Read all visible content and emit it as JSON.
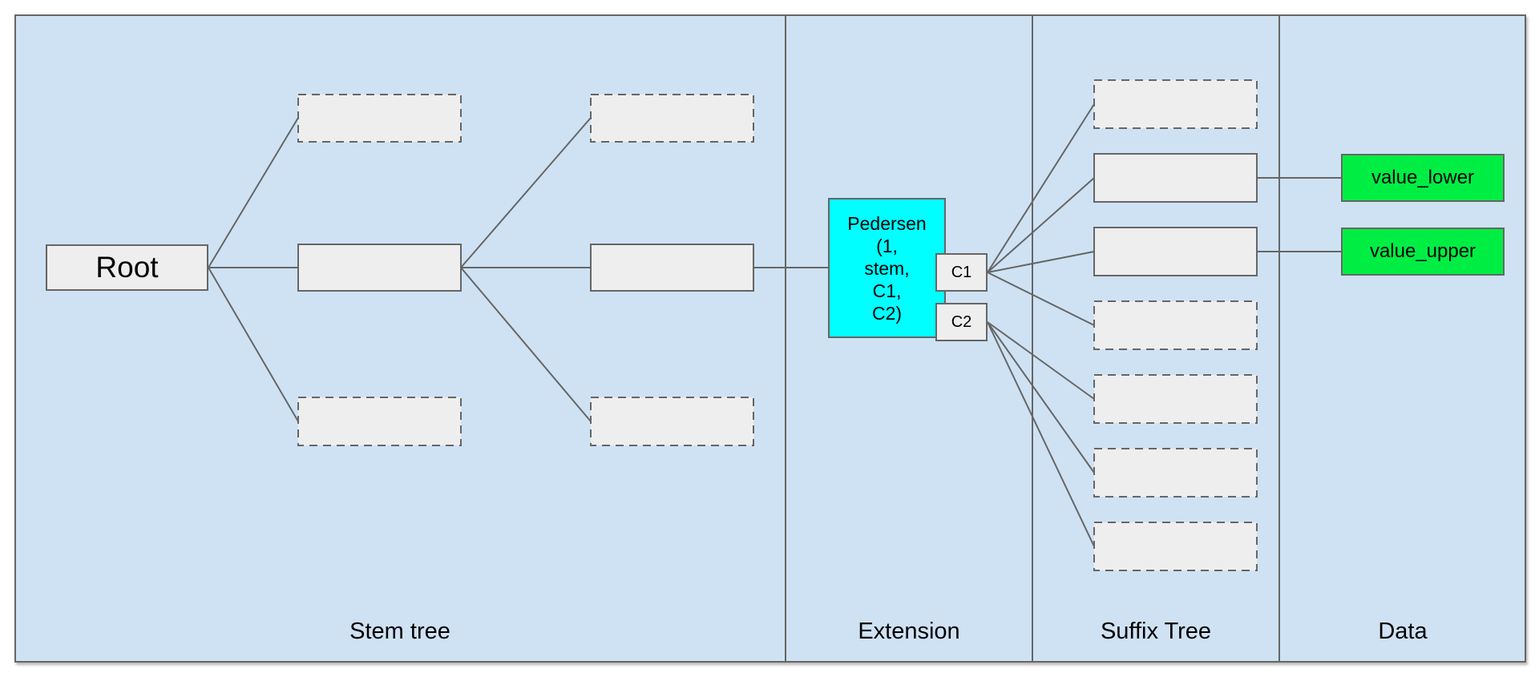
{
  "sections": [
    {
      "label": "Stem tree"
    },
    {
      "label": "Extension"
    },
    {
      "label": "Suffix Tree"
    },
    {
      "label": "Data"
    }
  ],
  "nodes": {
    "root": {
      "label": "Root"
    },
    "extension": {
      "label": "Pedersen (1, stem, C1, C2)",
      "lines": [
        "Pedersen",
        "(1,",
        "stem,",
        "C1,",
        "C2)"
      ]
    },
    "c1": {
      "label": "C1"
    },
    "c2": {
      "label": "C2"
    },
    "value_lower": {
      "label": "value_lower"
    },
    "value_upper": {
      "label": "value_upper"
    }
  },
  "structure": {
    "stem_tree": {
      "root": "Root",
      "level2": [
        "empty-dashed",
        "empty-solid",
        "empty-dashed"
      ],
      "level3": [
        "empty-dashed",
        "empty-solid",
        "empty-dashed"
      ]
    },
    "extension": {
      "node": "Pedersen (1, stem, C1, C2)",
      "ports": [
        "C1",
        "C2"
      ]
    },
    "suffix_tree": {
      "c1_children": [
        "empty-dashed",
        "empty-solid",
        "empty-solid",
        "empty-dashed"
      ],
      "c2_children": [
        "empty-dashed",
        "empty-dashed",
        "empty-dashed"
      ]
    },
    "data": [
      "value_lower",
      "value_upper"
    ]
  },
  "colors": {
    "canvas_background": "#cfe2f3",
    "node_fill": "#eeeeee",
    "stroke": "#666666",
    "extension_fill": "#00ffff",
    "value_fill": "#00ee44",
    "text": "#000000"
  }
}
